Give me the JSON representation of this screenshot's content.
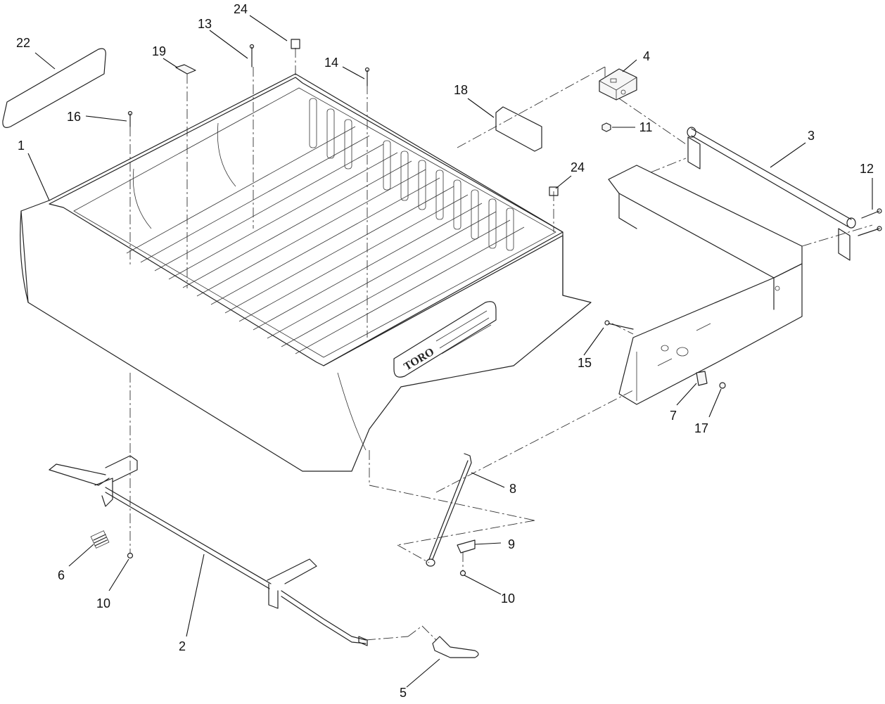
{
  "callouts": [
    {
      "id": "c1",
      "label": "1"
    },
    {
      "id": "c2",
      "label": "2"
    },
    {
      "id": "c3",
      "label": "3"
    },
    {
      "id": "c4",
      "label": "4"
    },
    {
      "id": "c5",
      "label": "5"
    },
    {
      "id": "c6",
      "label": "6"
    },
    {
      "id": "c7",
      "label": "7"
    },
    {
      "id": "c8",
      "label": "8"
    },
    {
      "id": "c9",
      "label": "9"
    },
    {
      "id": "c10a",
      "label": "10"
    },
    {
      "id": "c10b",
      "label": "10"
    },
    {
      "id": "c11",
      "label": "11"
    },
    {
      "id": "c12",
      "label": "12"
    },
    {
      "id": "c13",
      "label": "13"
    },
    {
      "id": "c14",
      "label": "14"
    },
    {
      "id": "c15",
      "label": "15"
    },
    {
      "id": "c16",
      "label": "16"
    },
    {
      "id": "c17",
      "label": "17"
    },
    {
      "id": "c18",
      "label": "18"
    },
    {
      "id": "c19",
      "label": "19"
    },
    {
      "id": "c22",
      "label": "22"
    },
    {
      "id": "c24a",
      "label": "24"
    },
    {
      "id": "c24b",
      "label": "24"
    }
  ],
  "logo": {
    "brand": "TORO"
  }
}
